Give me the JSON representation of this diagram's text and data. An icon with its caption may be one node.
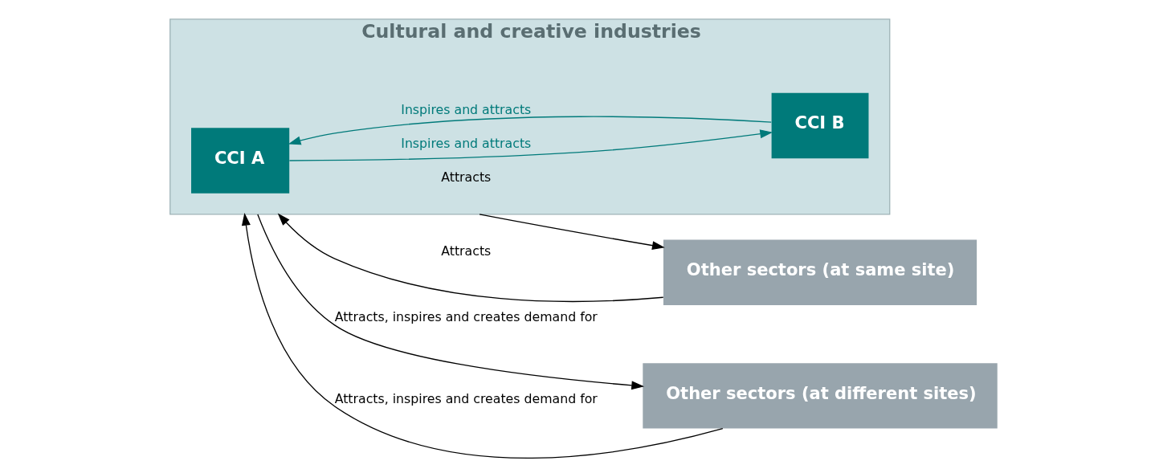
{
  "diagram": {
    "nodes": [
      {
        "text": [
          "Cultural and creative industries"
        ]
      },
      {
        "text": [
          "CCI A"
        ],
        "in": 0
      },
      {
        "text": [
          "CCI B"
        ],
        "in": 0
      },
      {
        "text": [
          "Other sectors (at same site)"
        ]
      },
      {
        "text": [
          "Other sectors (at different sites)"
        ]
      }
    ],
    "edges": [
      {
        "from": 0,
        "to": 3,
        "arrow": "to",
        "label": "Attracts"
      },
      {
        "from": 0,
        "to": 4,
        "arrow": "to",
        "label": "Attracts, inspires and creates demand for"
      },
      {
        "from": 1,
        "to": 2,
        "arrow": "to",
        "label": "Inspires and attracts",
        "color": "#007a7a"
      },
      {
        "from": 2,
        "to": 1,
        "arrow": "to",
        "label": "Inspires and attracts",
        "color": "#007a7a"
      },
      {
        "from": 3,
        "to": 0,
        "arrow": "to",
        "label": "Attracts"
      },
      {
        "from": 4,
        "to": 0,
        "arrow": "to",
        "label": "Attracts, inspires and creates demand for"
      }
    ]
  }
}
